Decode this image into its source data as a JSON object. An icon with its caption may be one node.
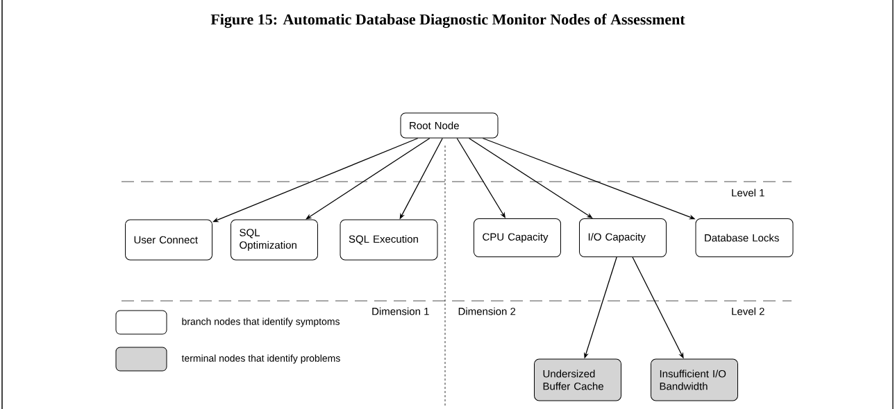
{
  "diagram": {
    "title": "Figure 15: Automatic Database Diagnostic Monitor Nodes of Assessment",
    "nodes": [
      {
        "text": [
          "Root Node"
        ]
      },
      {
        "text": [
          "User Connect"
        ]
      },
      {
        "text": [
          "SQL Optimization"
        ]
      },
      {
        "text": [
          "SQL Execution"
        ]
      },
      {
        "text": [
          "CPU Capacity"
        ]
      },
      {
        "text": [
          "I/O Capacity"
        ]
      },
      {
        "text": [
          "Database Locks"
        ]
      },
      {
        "text": [
          "Undersized Buffer Cache"
        ]
      },
      {
        "text": [
          "Insufficient I/O Bandwidth"
        ]
      }
    ],
    "edges": [
      {
        "from": 0,
        "to": 1,
        "arrow": "to"
      },
      {
        "from": 0,
        "to": 2,
        "arrow": "to"
      },
      {
        "from": 0,
        "to": 3,
        "arrow": "to"
      },
      {
        "from": 0,
        "to": 4,
        "arrow": "to"
      },
      {
        "from": 0,
        "to": 5,
        "arrow": "to"
      },
      {
        "from": 0,
        "to": 6,
        "arrow": "to"
      },
      {
        "from": 5,
        "to": 7,
        "arrow": "to"
      },
      {
        "from": 5,
        "to": 8,
        "arrow": "to"
      }
    ],
    "labels": [
      "Level 1",
      "Dimension 1",
      "Dimension 2",
      "Level 2"
    ],
    "legend": [
      {
        "text": "branch nodes that identify symptoms"
      },
      {
        "text": "terminal nodes that identify problems",
        "color": "#d4d4d4"
      }
    ]
  }
}
